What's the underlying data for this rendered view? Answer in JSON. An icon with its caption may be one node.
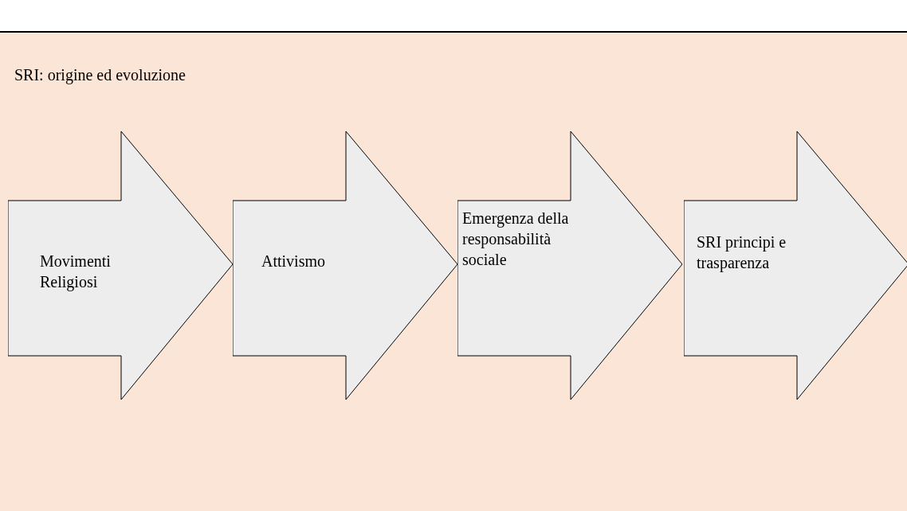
{
  "diagram": {
    "title": "SRI: origine ed evoluzione",
    "nodes": [
      {
        "text": [
          "Movimenti Religiosi"
        ]
      },
      {
        "text": [
          "Attivismo"
        ]
      },
      {
        "text": [
          "Emergenza della responsabilità sociale"
        ]
      },
      {
        "text": [
          "SRI principi e trasparenza"
        ]
      }
    ]
  }
}
